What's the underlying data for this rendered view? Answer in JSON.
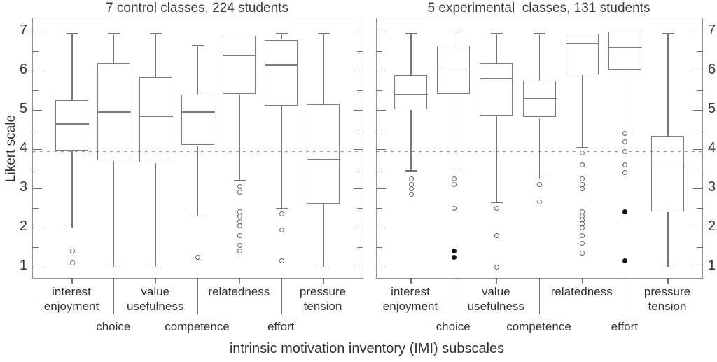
{
  "axes": {
    "ylabel": "Likert scale",
    "xlabel": "intrinsic motivation inventory (IMI) subscales",
    "y_tick_labels": [
      7,
      6,
      5,
      4,
      3,
      2,
      1
    ],
    "y_minor_step": 0.5,
    "ylim": [
      0.72,
      7.345
    ],
    "reference_value": 3.95
  },
  "categories": [
    {
      "label": "interest\nenjoyment",
      "row": 1
    },
    {
      "label": "choice",
      "row": 2
    },
    {
      "label": "value\nusefulness",
      "row": 1
    },
    {
      "label": "competence",
      "row": 2
    },
    {
      "label": "relatedness",
      "row": 1
    },
    {
      "label": "effort",
      "row": 2
    },
    {
      "label": "pressure\ntension",
      "row": 1
    }
  ],
  "chart_data": [
    {
      "type": "boxplot",
      "title": "7 control classes, 224 students",
      "categories": [
        "interest enjoyment",
        "choice",
        "value usefulness",
        "competence",
        "relatedness",
        "effort",
        "pressure tension"
      ],
      "ylim": [
        1,
        7
      ],
      "boxes": [
        {
          "category": "interest enjoyment",
          "whisker_low": 2.0,
          "q1": 3.95,
          "median": 4.65,
          "q3": 5.25,
          "whisker_high": 6.95,
          "outliers": [
            1.4,
            1.1
          ],
          "extreme_outliers": []
        },
        {
          "category": "choice",
          "whisker_low": 1.0,
          "q1": 3.7,
          "median": 4.95,
          "q3": 6.2,
          "whisker_high": 6.95,
          "outliers": [],
          "extreme_outliers": []
        },
        {
          "category": "value usefulness",
          "whisker_low": 1.0,
          "q1": 3.65,
          "median": 4.85,
          "q3": 5.85,
          "whisker_high": 6.95,
          "outliers": [],
          "extreme_outliers": []
        },
        {
          "category": "competence",
          "whisker_low": 2.3,
          "q1": 4.1,
          "median": 4.95,
          "q3": 5.4,
          "whisker_high": 6.65,
          "outliers": [
            1.25
          ],
          "extreme_outliers": []
        },
        {
          "category": "relatedness",
          "whisker_low": 3.2,
          "q1": 5.4,
          "median": 6.4,
          "q3": 6.9,
          "whisker_high": 6.9,
          "outliers": [
            3.05,
            2.9,
            2.4,
            2.3,
            2.15,
            2.05,
            1.8,
            1.55,
            1.4
          ],
          "extreme_outliers": []
        },
        {
          "category": "effort",
          "whisker_low": 2.5,
          "q1": 5.1,
          "median": 6.15,
          "q3": 6.8,
          "whisker_high": 6.95,
          "outliers": [
            2.35,
            1.95,
            1.15
          ],
          "extreme_outliers": []
        },
        {
          "category": "pressure tension",
          "whisker_low": 1.0,
          "q1": 2.6,
          "median": 3.75,
          "q3": 5.15,
          "whisker_high": 6.95,
          "outliers": [],
          "extreme_outliers": []
        }
      ]
    },
    {
      "type": "boxplot",
      "title": "5 experimental  classes, 131 students",
      "categories": [
        "interest enjoyment",
        "choice",
        "value usefulness",
        "competence",
        "relatedness",
        "effort",
        "pressure tension"
      ],
      "ylim": [
        1,
        7
      ],
      "boxes": [
        {
          "category": "interest enjoyment",
          "whisker_low": 3.45,
          "q1": 5.0,
          "median": 5.4,
          "q3": 5.9,
          "whisker_high": 6.95,
          "outliers": [
            3.25,
            3.1,
            3.0,
            2.85
          ],
          "extreme_outliers": []
        },
        {
          "category": "choice",
          "whisker_low": 3.5,
          "q1": 5.4,
          "median": 6.05,
          "q3": 6.65,
          "whisker_high": 7.0,
          "outliers": [
            3.25,
            3.1,
            2.5
          ],
          "extreme_outliers": [
            1.4,
            1.25
          ]
        },
        {
          "category": "value usefulness",
          "whisker_low": 2.65,
          "q1": 4.85,
          "median": 5.8,
          "q3": 6.2,
          "whisker_high": 6.95,
          "outliers": [
            2.5,
            1.8,
            1.0
          ],
          "extreme_outliers": []
        },
        {
          "category": "competence",
          "whisker_low": 3.25,
          "q1": 4.8,
          "median": 5.3,
          "q3": 5.75,
          "whisker_high": 6.95,
          "outliers": [
            3.1,
            2.65
          ],
          "extreme_outliers": []
        },
        {
          "category": "relatedness",
          "whisker_low": 4.05,
          "q1": 5.9,
          "median": 6.7,
          "q3": 6.95,
          "whisker_high": 6.95,
          "outliers": [
            3.9,
            3.6,
            3.25,
            3.1,
            3.0,
            2.4,
            2.3,
            2.2,
            2.1,
            2.0,
            1.8,
            1.6,
            1.35
          ],
          "extreme_outliers": []
        },
        {
          "category": "effort",
          "whisker_low": 4.5,
          "q1": 6.0,
          "median": 6.6,
          "q3": 7.0,
          "whisker_high": 7.0,
          "outliers": [
            4.4,
            4.2,
            3.95,
            3.6,
            3.4
          ],
          "extreme_outliers": [
            2.4,
            1.15
          ]
        },
        {
          "category": "pressure tension",
          "whisker_low": 1.0,
          "q1": 2.4,
          "median": 3.55,
          "q3": 4.35,
          "whisker_high": 6.95,
          "outliers": [],
          "extreme_outliers": []
        }
      ]
    }
  ],
  "colors": {
    "box_line": "#7c7c7c",
    "panel_border": "#8f8f8f",
    "text": "#333333",
    "reference_line": "#9b9b9b",
    "extreme_point": "#111111"
  }
}
